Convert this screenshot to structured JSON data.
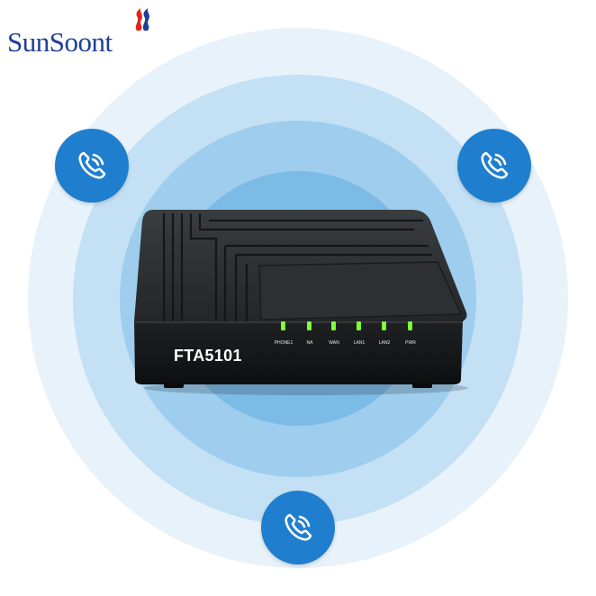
{
  "brand": {
    "name": "SunSoont",
    "icon": "flame-logo-icon",
    "color": "#1e3f99"
  },
  "device": {
    "model": "FTA5101",
    "led_labels": [
      "PHONE1",
      "NA",
      "WAN",
      "LAN1",
      "LAN2",
      "PWR"
    ],
    "led_color": "#7dff3a"
  },
  "phone_badges": [
    {
      "icon": "phone-call-icon"
    },
    {
      "icon": "phone-call-icon"
    },
    {
      "icon": "phone-call-icon"
    }
  ],
  "colors": {
    "badge": "#1f7fce",
    "ring_outer": "#e7f2fa",
    "ring_inner": "#7dbbe7"
  }
}
